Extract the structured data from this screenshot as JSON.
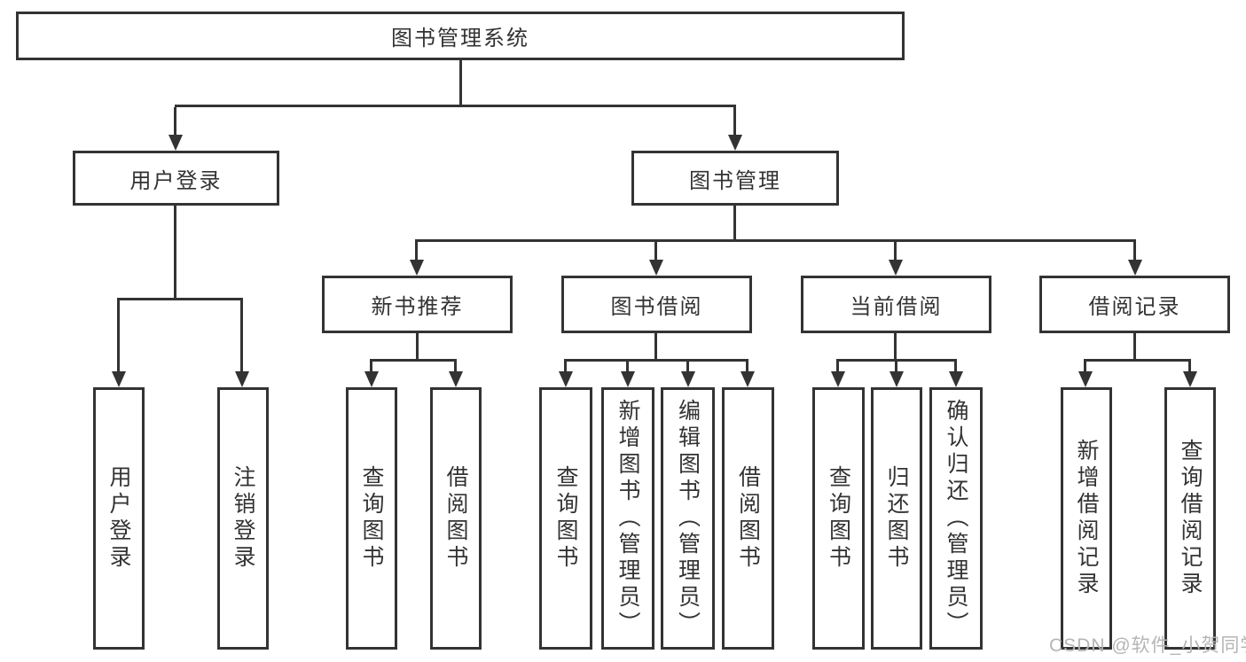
{
  "diagram": {
    "type": "tree",
    "root": {
      "label": "图书管理系统",
      "children": [
        {
          "label": "用户登录",
          "children": [
            {
              "label": "用户登录"
            },
            {
              "label": "注销登录"
            }
          ]
        },
        {
          "label": "图书管理",
          "children": [
            {
              "label": "新书推荐",
              "children": [
                {
                  "label": "查询图书"
                },
                {
                  "label": "借阅图书"
                }
              ]
            },
            {
              "label": "图书借阅",
              "children": [
                {
                  "label": "查询图书"
                },
                {
                  "label": "新增图书（管理员）"
                },
                {
                  "label": "编辑图书（管理员）"
                },
                {
                  "label": "借阅图书"
                }
              ]
            },
            {
              "label": "当前借阅",
              "children": [
                {
                  "label": "查询图书"
                },
                {
                  "label": "归还图书"
                },
                {
                  "label": "确认归还（管理员）"
                }
              ]
            },
            {
              "label": "借阅记录",
              "children": [
                {
                  "label": "新增借阅记录"
                },
                {
                  "label": "查询借阅记录"
                }
              ]
            }
          ]
        }
      ]
    },
    "watermark": "CSDN @软件_小贺同学",
    "colors": {
      "line": "#333333",
      "box_background": "#ffffff",
      "text": "#333333",
      "watermark": "#b5b5b5",
      "page_background": "#ffffff"
    }
  }
}
